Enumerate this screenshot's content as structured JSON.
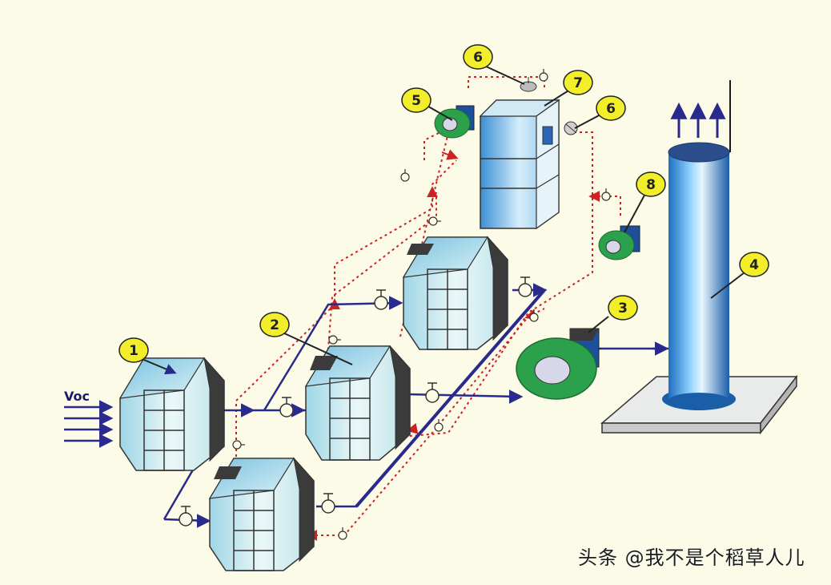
{
  "diagram": {
    "input_label": "Voc",
    "badges": [
      "1",
      "2",
      "3",
      "4",
      "5",
      "6",
      "7",
      "6",
      "8"
    ]
  },
  "watermark": "头条 @我不是个稻草人儿",
  "colors": {
    "background": "#fbfbe8",
    "pipe": "#2a2a8c",
    "dashed_pipe": "#cc2222",
    "badge": "#f2ee2a",
    "fan_green": "#2aa14a",
    "stack_blue": "#3a8fd8"
  }
}
